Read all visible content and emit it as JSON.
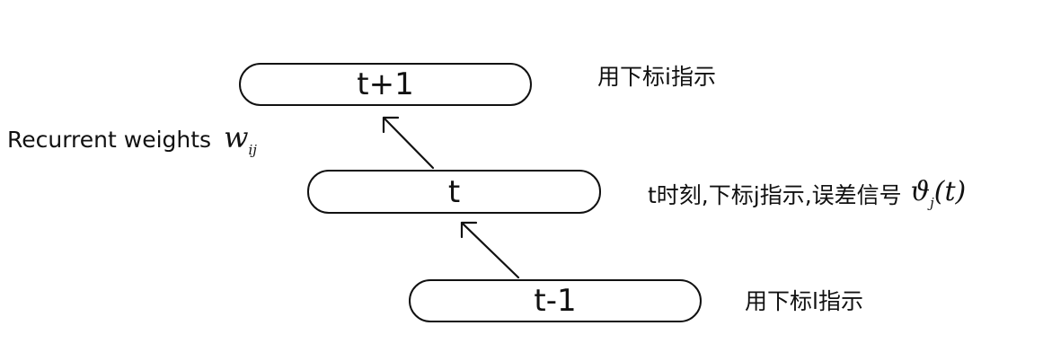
{
  "nodes": {
    "top": "t+1",
    "middle": "t",
    "bottom": "t-1"
  },
  "notes": {
    "top": "用下标i指示",
    "middle": "t时刻,下标j指示,误差信号",
    "bottom": "用下标l指示"
  },
  "signal": {
    "symbol": "ϑ",
    "subscript": "j",
    "argument": "(t)"
  },
  "edge_label": {
    "text": "Recurrent weights",
    "symbol": "w",
    "subscript": "ij"
  }
}
